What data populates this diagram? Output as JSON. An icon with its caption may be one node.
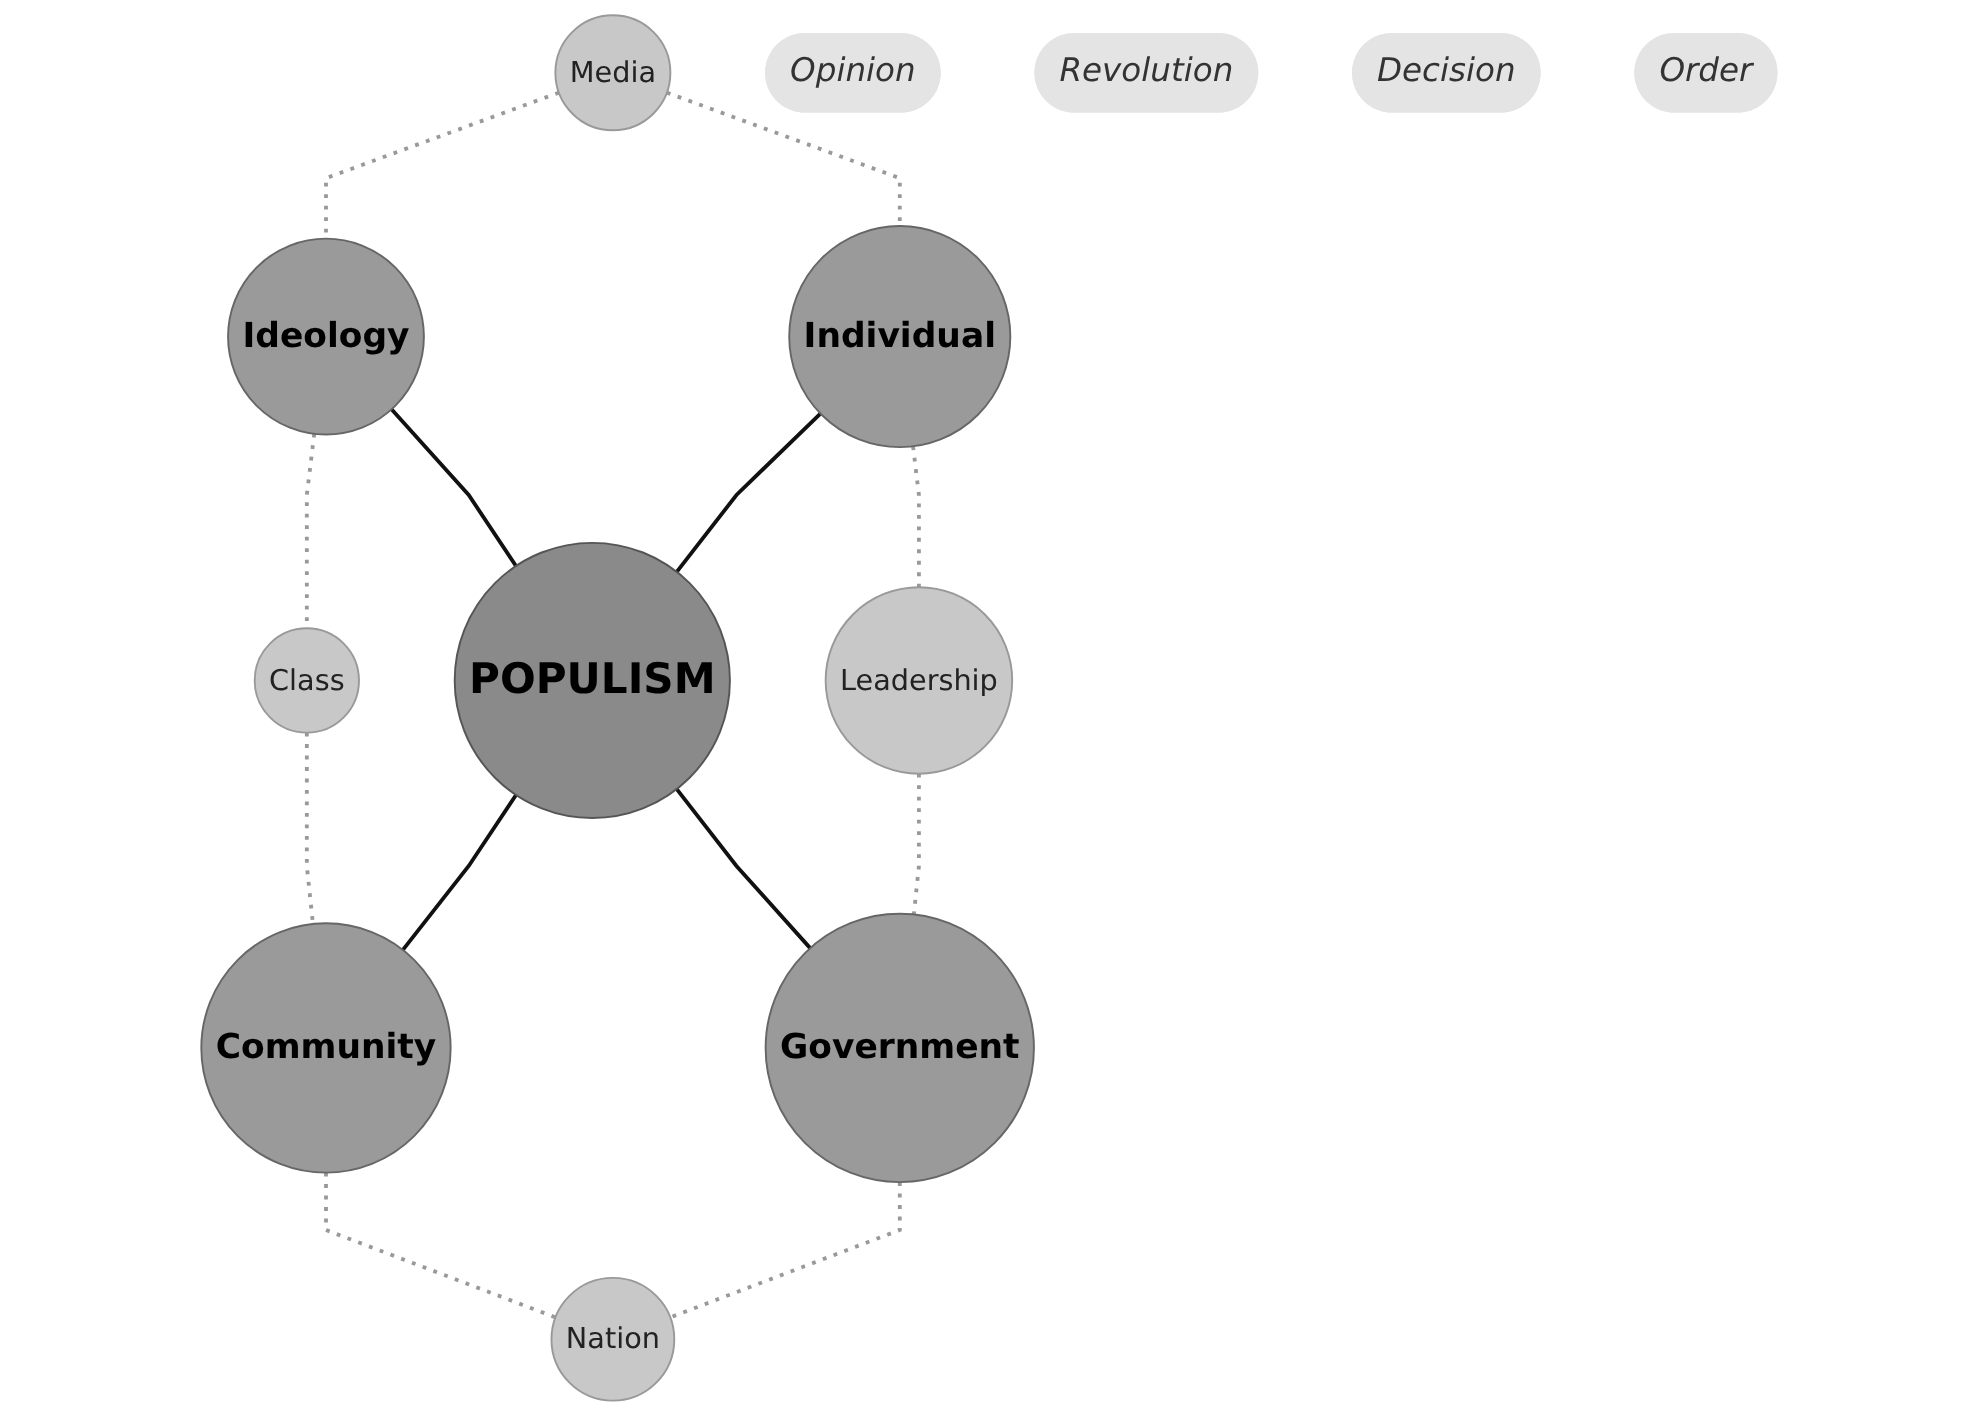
{
  "diagram": {
    "nodes": [
      {
        "text": [
          "Media"
        ]
      },
      {
        "text": [
          "Ideology"
        ]
      },
      {
        "text": [
          "Class"
        ]
      },
      {
        "text": [
          "Opinion"
        ]
      },
      {
        "text": [
          "Revolution"
        ]
      },
      {
        "text": [
          "Individual"
        ]
      },
      {
        "text": [
          "POPULISM"
        ]
      },
      {
        "text": [
          "Community"
        ]
      },
      {
        "text": [
          "Decision"
        ]
      },
      {
        "text": [
          "Order"
        ]
      },
      {
        "text": [
          "Leadership"
        ]
      },
      {
        "text": [
          "Government"
        ]
      },
      {
        "text": [
          "Nation"
        ]
      }
    ],
    "edges": [
      {
        "from": 0,
        "to": 1,
        "arrow": "none",
        "style": "dashed"
      },
      {
        "from": 1,
        "to": 2,
        "arrow": "none",
        "style": "dashed"
      },
      {
        "from": 0,
        "to": 5,
        "arrow": "none",
        "style": "dashed"
      },
      {
        "from": 2,
        "to": 7,
        "arrow": "none",
        "style": "dashed"
      },
      {
        "from": 1,
        "to": 6,
        "arrow": "none",
        "color": "#111111"
      },
      {
        "from": 5,
        "to": 6,
        "arrow": "none",
        "color": "#111111"
      },
      {
        "from": 6,
        "to": 7,
        "arrow": "none",
        "color": "#111111"
      },
      {
        "from": 6,
        "to": 11,
        "arrow": "none",
        "color": "#111111"
      },
      {
        "from": 5,
        "to": 10,
        "arrow": "none",
        "style": "dashed"
      },
      {
        "from": 7,
        "to": 12,
        "arrow": "none",
        "style": "dashed"
      },
      {
        "from": 10,
        "to": 11,
        "arrow": "none",
        "style": "dashed"
      },
      {
        "from": 11,
        "to": 12,
        "arrow": "none",
        "style": "dashed"
      }
    ]
  }
}
